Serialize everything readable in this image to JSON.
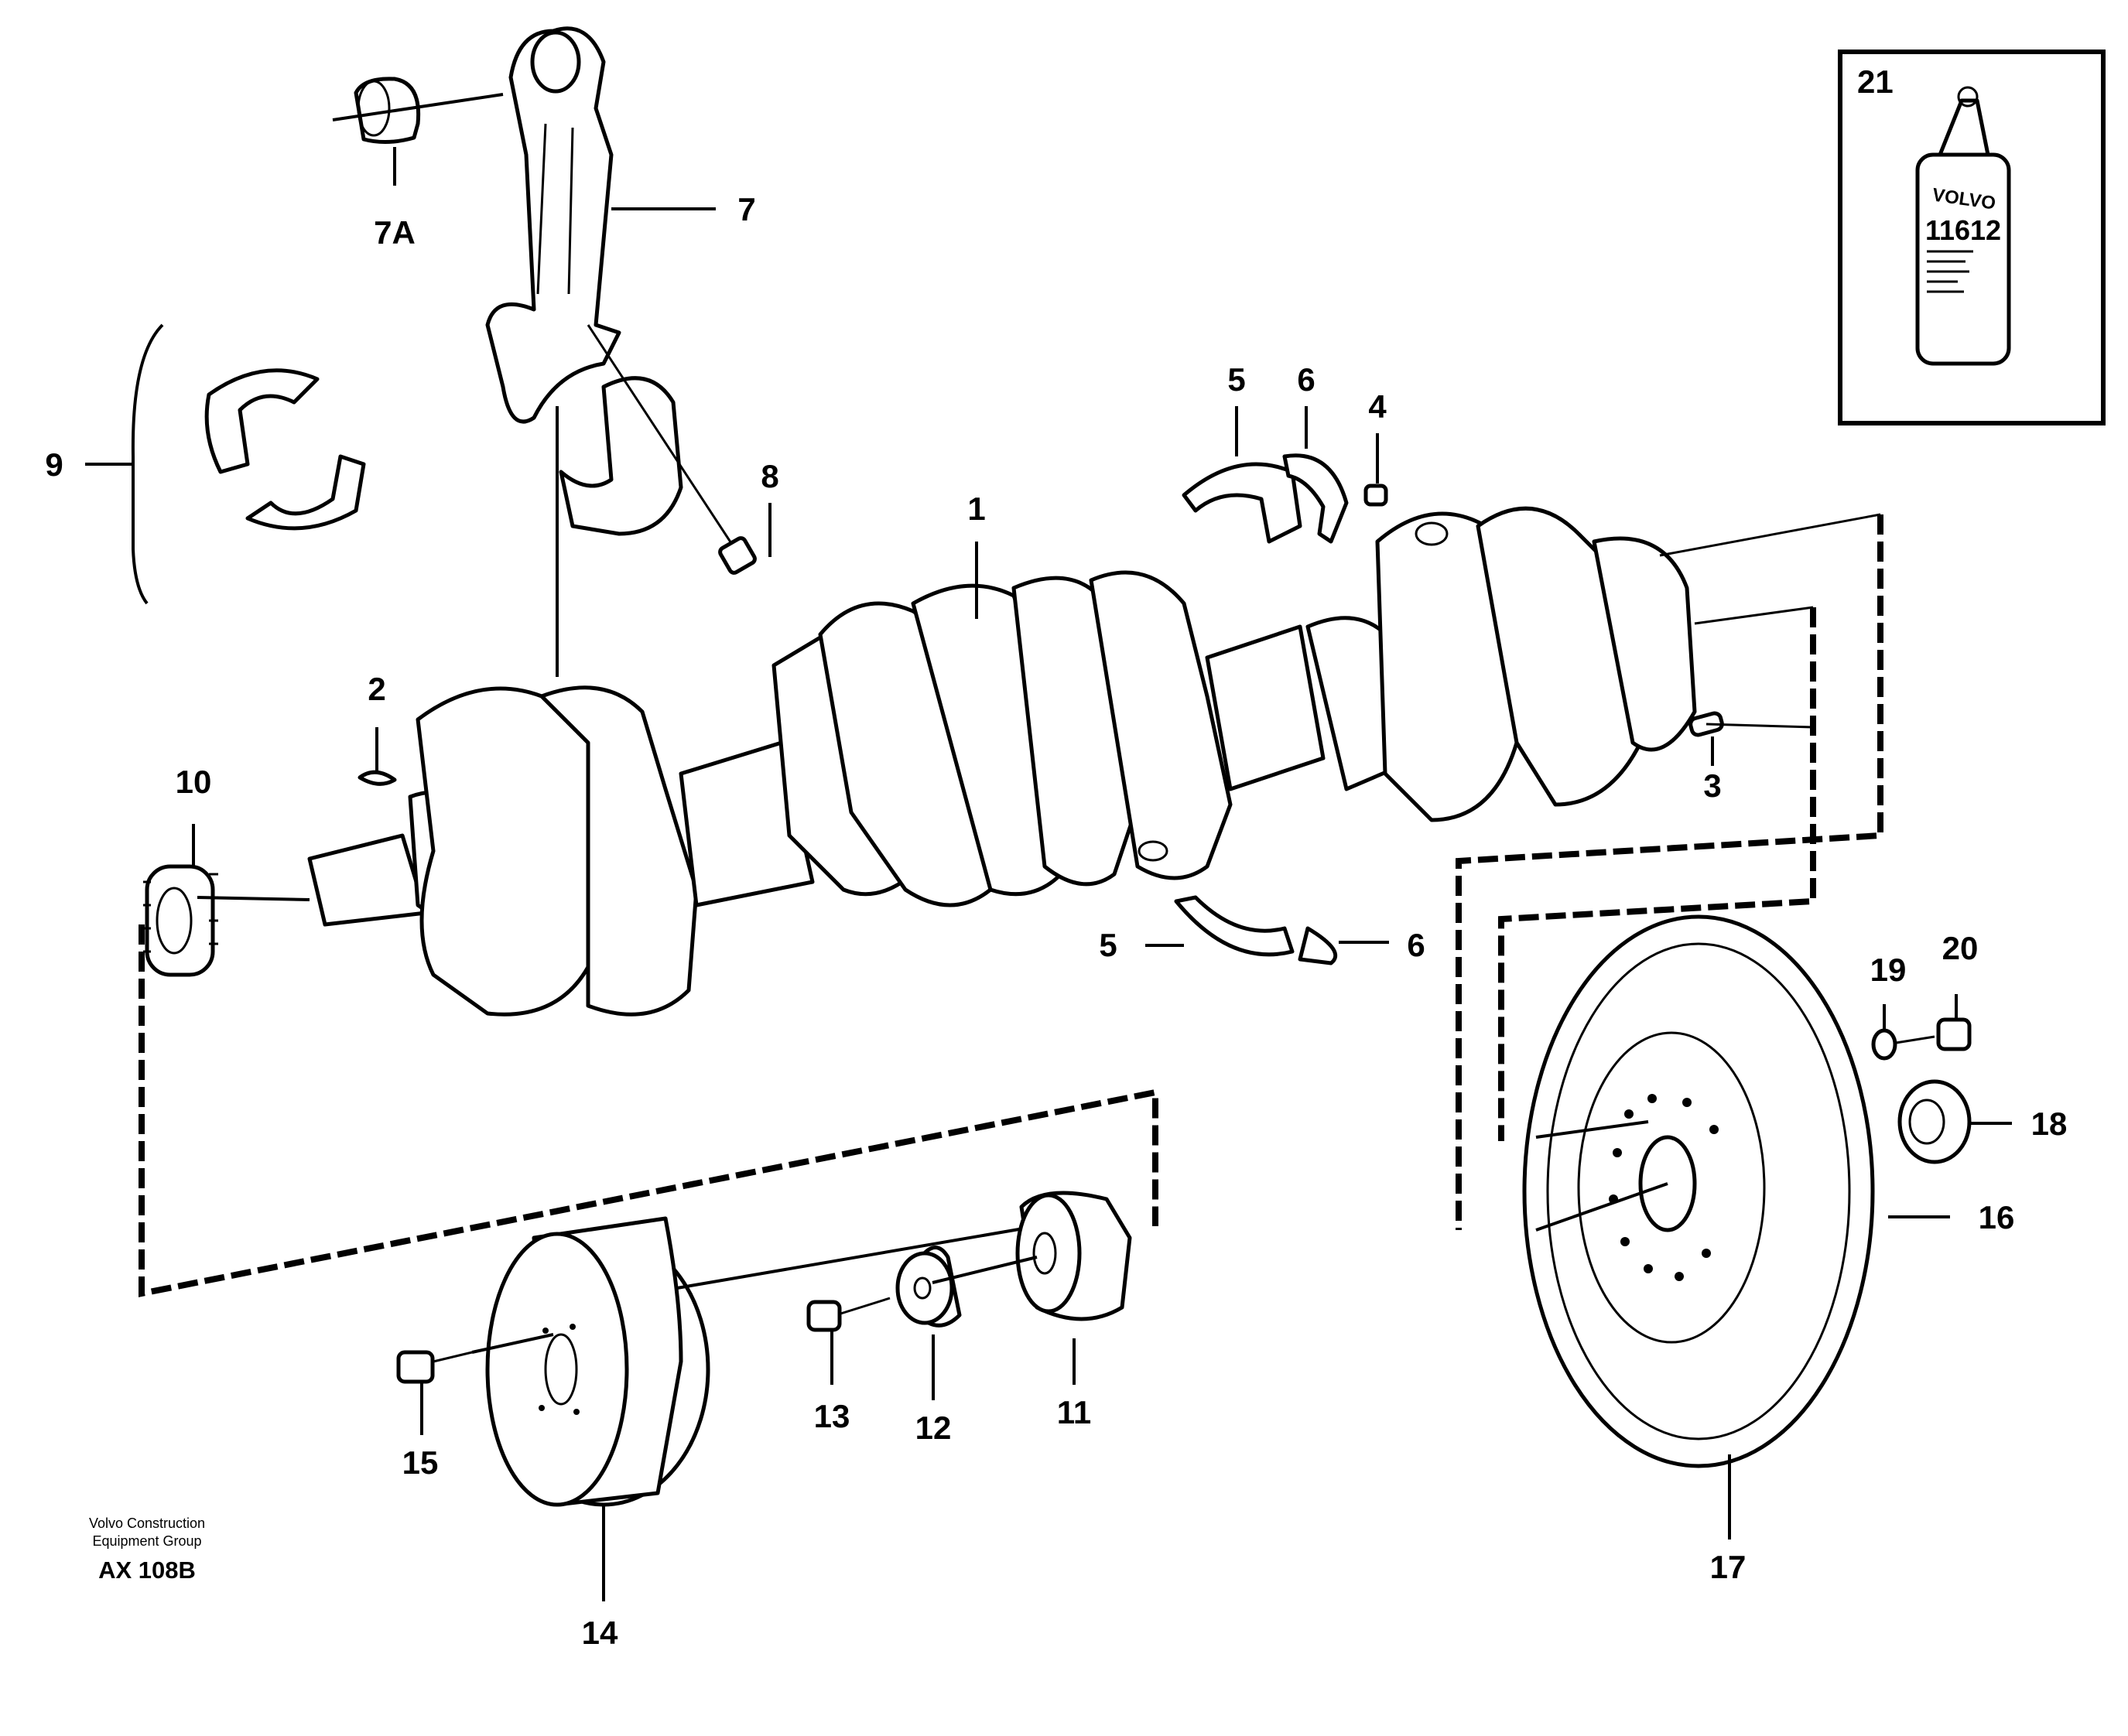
{
  "diagram": {
    "inset_box_label": "21",
    "bottle": {
      "brand_text": "VOLVO",
      "part_number_text": "11612"
    },
    "callouts": [
      {
        "id": "1",
        "text": "1"
      },
      {
        "id": "2",
        "text": "2"
      },
      {
        "id": "3",
        "text": "3"
      },
      {
        "id": "4",
        "text": "4"
      },
      {
        "id": "5a",
        "text": "5"
      },
      {
        "id": "6a",
        "text": "6"
      },
      {
        "id": "5b",
        "text": "5"
      },
      {
        "id": "6b",
        "text": "6"
      },
      {
        "id": "7",
        "text": "7"
      },
      {
        "id": "7A",
        "text": "7A"
      },
      {
        "id": "8",
        "text": "8"
      },
      {
        "id": "9",
        "text": "9"
      },
      {
        "id": "10",
        "text": "10"
      },
      {
        "id": "11",
        "text": "11"
      },
      {
        "id": "12",
        "text": "12"
      },
      {
        "id": "13",
        "text": "13"
      },
      {
        "id": "14",
        "text": "14"
      },
      {
        "id": "15",
        "text": "15"
      },
      {
        "id": "16",
        "text": "16"
      },
      {
        "id": "17",
        "text": "17"
      },
      {
        "id": "18",
        "text": "18"
      },
      {
        "id": "19",
        "text": "19"
      },
      {
        "id": "20",
        "text": "20"
      }
    ],
    "footer": {
      "line1": "Volvo Construction",
      "line2": "Equipment Group",
      "code": "AX 108B"
    }
  }
}
